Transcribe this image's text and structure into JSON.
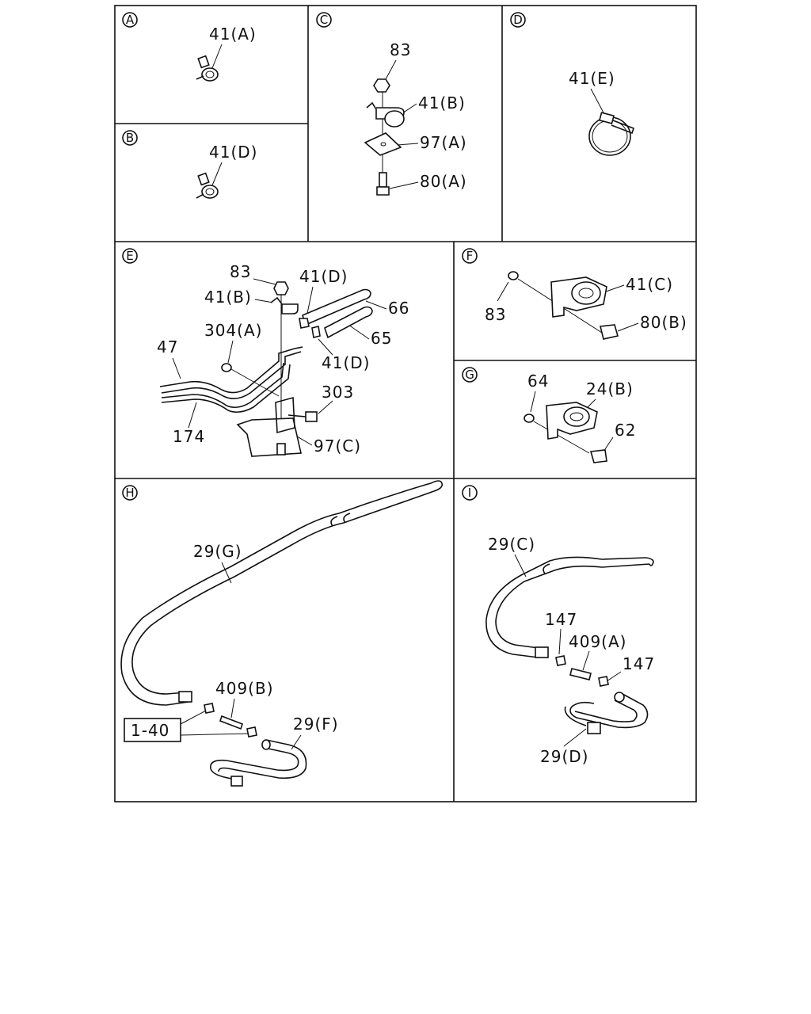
{
  "panels": {
    "a": {
      "letter": "A",
      "labels": [
        "41(A)"
      ]
    },
    "b": {
      "letter": "B",
      "labels": [
        "41(D)"
      ]
    },
    "c": {
      "letter": "C",
      "labels": [
        "83",
        "41(B)",
        "97(A)",
        "80(A)"
      ]
    },
    "d": {
      "letter": "D",
      "labels": [
        "41(E)"
      ]
    },
    "e": {
      "letter": "E",
      "labels": [
        "83",
        "41(D)",
        "41(B)",
        "66",
        "65",
        "304(A)",
        "41(D)",
        "47",
        "303",
        "174",
        "97(C)"
      ]
    },
    "f": {
      "letter": "F",
      "labels": [
        "83",
        "41(C)",
        "80(B)"
      ]
    },
    "g": {
      "letter": "G",
      "labels": [
        "64",
        "24(B)",
        "62"
      ]
    },
    "h": {
      "letter": "H",
      "labels": [
        "29(G)",
        "409(B)",
        "1-40",
        "29(F)"
      ]
    },
    "i": {
      "letter": "I",
      "labels": [
        "29(C)",
        "147",
        "409(A)",
        "147",
        "29(D)"
      ]
    }
  }
}
